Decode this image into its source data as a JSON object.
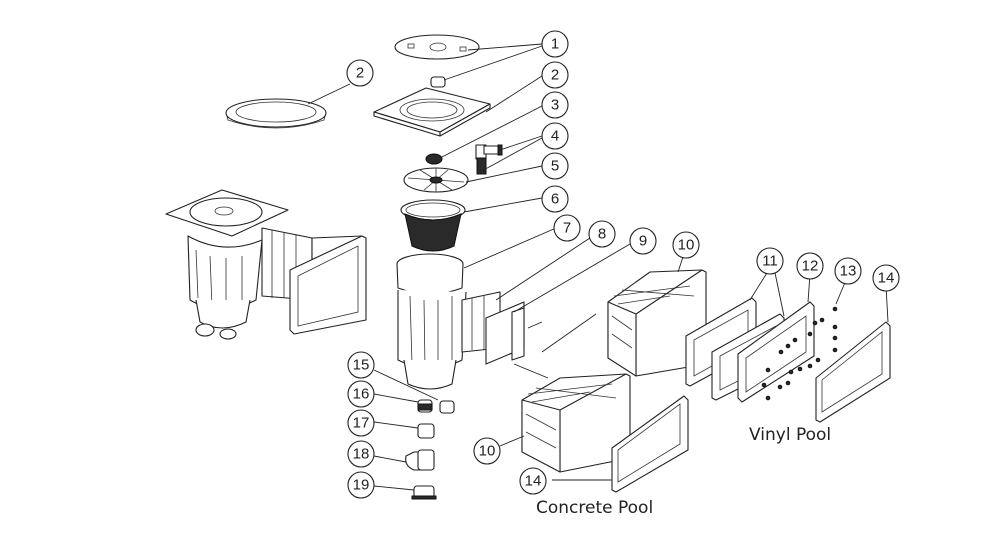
{
  "diagram": {
    "title": "Pool skimmer exploded parts diagram",
    "line_color": "#222222",
    "background": "#ffffff",
    "callouts": [
      {
        "id": "c1",
        "label": "1"
      },
      {
        "id": "c2a",
        "label": "2"
      },
      {
        "id": "c2b",
        "label": "2"
      },
      {
        "id": "c3",
        "label": "3"
      },
      {
        "id": "c4",
        "label": "4"
      },
      {
        "id": "c5",
        "label": "5"
      },
      {
        "id": "c6",
        "label": "6"
      },
      {
        "id": "c7",
        "label": "7"
      },
      {
        "id": "c8",
        "label": "8"
      },
      {
        "id": "c9",
        "label": "9"
      },
      {
        "id": "c10a",
        "label": "10"
      },
      {
        "id": "c10b",
        "label": "10"
      },
      {
        "id": "c11",
        "label": "11"
      },
      {
        "id": "c12",
        "label": "12"
      },
      {
        "id": "c13",
        "label": "13"
      },
      {
        "id": "c14a",
        "label": "14"
      },
      {
        "id": "c14b",
        "label": "14"
      },
      {
        "id": "c15",
        "label": "15"
      },
      {
        "id": "c16",
        "label": "16"
      },
      {
        "id": "c17",
        "label": "17"
      },
      {
        "id": "c18",
        "label": "18"
      },
      {
        "id": "c19",
        "label": "19"
      }
    ],
    "captions": {
      "vinyl": "Vinyl Pool",
      "concrete": "Concrete Pool"
    }
  }
}
